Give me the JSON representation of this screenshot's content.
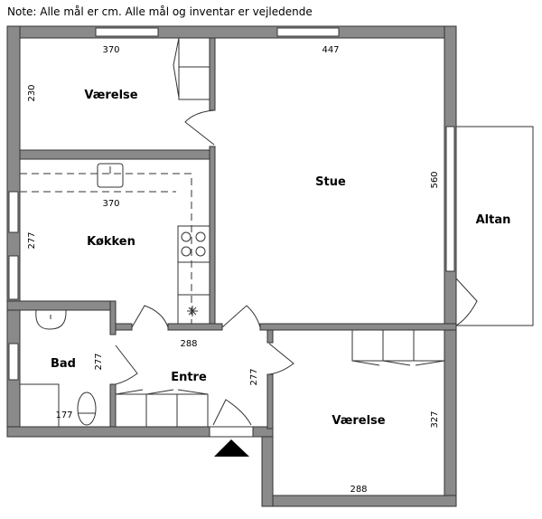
{
  "note": "Note: Alle mål er cm. Alle mål og inventar er vejledende",
  "rooms": {
    "vaerelse1": {
      "label": "Værelse",
      "width": "370",
      "depth": "230"
    },
    "stue": {
      "label": "Stue",
      "width": "447",
      "depth": "560"
    },
    "kokken": {
      "label": "Køkken",
      "width": "370",
      "depth": "277"
    },
    "altan": {
      "label": "Altan"
    },
    "bad": {
      "label": "Bad",
      "width": "177",
      "depth": "277"
    },
    "entre": {
      "label": "Entre",
      "width": "288",
      "depth": "277"
    },
    "vaerelse2": {
      "label": "Værelse",
      "width": "288",
      "depth": "327"
    }
  },
  "colors": {
    "wall": "#8a8a8a",
    "line": "#333333"
  }
}
